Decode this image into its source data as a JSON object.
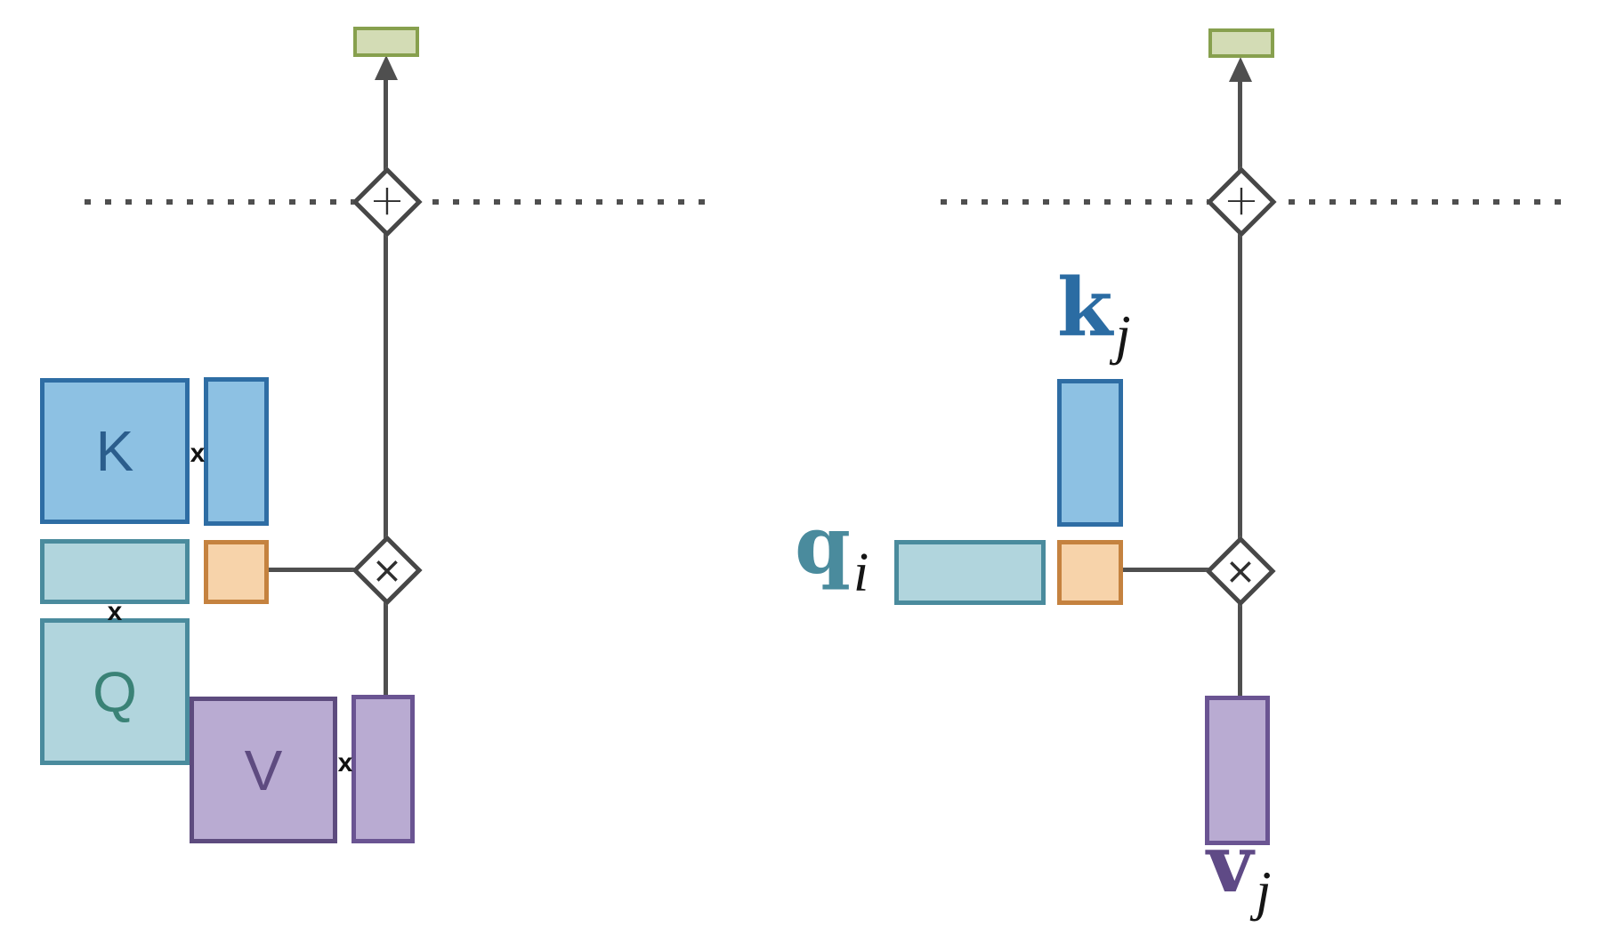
{
  "nodes": {
    "plus": "+",
    "times": "×"
  },
  "multiply_sign": "x",
  "left_panel": {
    "k_label": "K",
    "q_label": "Q",
    "v_label": "V"
  },
  "right_panel": {
    "k_label": {
      "base": "k",
      "sub": "j"
    },
    "q_label": {
      "base": "q",
      "sub": "i"
    },
    "v_label": {
      "base": "v",
      "sub": "j"
    }
  },
  "colors": {
    "blue_fill": "#8dc1e3",
    "blue_border": "#2e6da4",
    "teal_fill": "#b1d5dd",
    "teal_border": "#4a8b9d",
    "orange_fill": "#f7d3aa",
    "orange_border": "#c5823f",
    "purple_fill": "#b9abd2",
    "purple_border": "#6a5492",
    "purple_border_dark": "#5d4b7e",
    "green_fill": "#d3dcb5",
    "green_border": "#87a04e",
    "line": "#4f4f4f",
    "node_border": "#474747",
    "k_letter": "#2b5d8c",
    "q_letter": "#3a8276",
    "v_letter": "#5e4b80",
    "k_vec_label": "#2b6ca3",
    "q_vec_label": "#4a8b9d",
    "v_vec_label": "#5f4a86",
    "multiply_sign_color": "#111111"
  }
}
